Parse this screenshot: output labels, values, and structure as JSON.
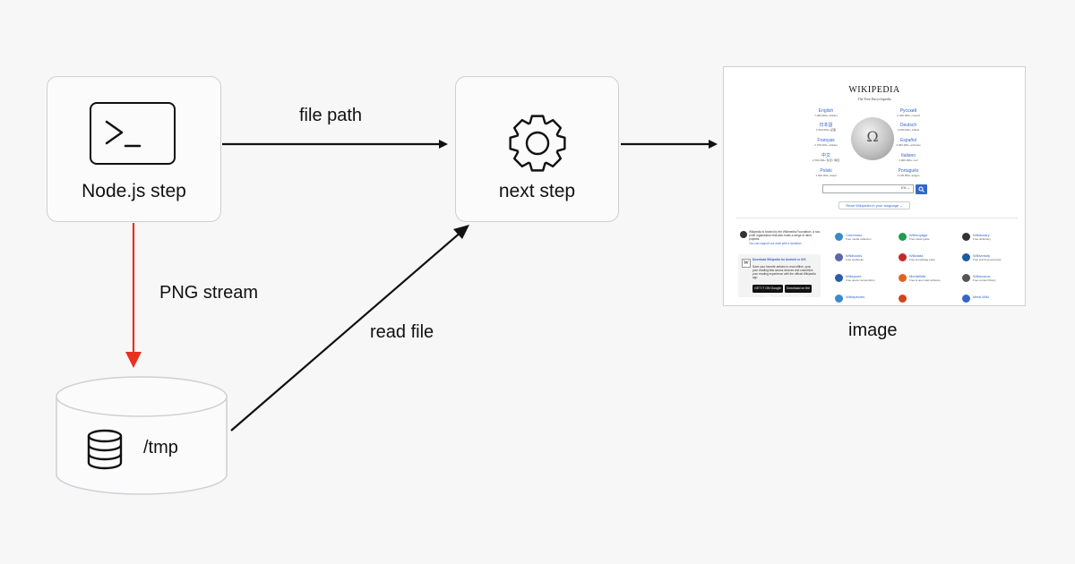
{
  "nodes": {
    "nodejs_step": {
      "label": "Node.js step",
      "icon": "terminal-icon"
    },
    "next_step": {
      "label": "next step",
      "icon": "gear-icon"
    },
    "tmp": {
      "label": "/tmp",
      "icon": "database-icon"
    },
    "image": {
      "caption": "image"
    }
  },
  "edges": {
    "file_path": "file path",
    "png_stream": "PNG stream",
    "read_file": "read file",
    "png_color": "#e8311f",
    "default_color": "#111111"
  },
  "thumbnail": {
    "title": "WIKIPEDIA",
    "subtitle": "The Free Encyclopedia",
    "languages": [
      {
        "name": "English",
        "count": "7,000,000+ articles"
      },
      {
        "name": "Русский",
        "count": "2 000 000+ статей"
      },
      {
        "name": "日本語",
        "count": "1,500,000+ 記事"
      },
      {
        "name": "Deutsch",
        "count": "3.000.000+ Artikel"
      },
      {
        "name": "Français",
        "count": "2 700 000+ articles"
      },
      {
        "name": "Español",
        "count": "2.000.000+ artículos"
      },
      {
        "name": "中文",
        "count": "1,500,000+ 条目 / 條目"
      },
      {
        "name": "Italiano",
        "count": "1.900.000+ voci"
      },
      {
        "name": "Polski",
        "count": "1 600 000+ haseł"
      },
      {
        "name": "Português",
        "count": "1.100.000+ artigos"
      }
    ],
    "search_lang": "EN ⌄",
    "read_button": "Read Wikipedia in your language ⌄",
    "foundation_text": "Wikipedia is hosted by the Wikimedia Foundation, a non-profit organization that also hosts a range of other projects.",
    "donate_text": "You can support our work with a donation.",
    "app_title": "Download Wikipedia for Android or iOS",
    "app_text": "Save your favorite articles to read offline, sync your reading lists across devices and customize your reading experience with the official Wikipedia app.",
    "google_play": "GET IT ON Google Play",
    "app_store": "Download on the App Store",
    "projects": [
      {
        "name": "Commons",
        "desc": "Free media collection",
        "color": "#3a8ac9"
      },
      {
        "name": "Wikivoyage",
        "desc": "Free travel guide",
        "color": "#1f9c4f"
      },
      {
        "name": "Wiktionary",
        "desc": "Free dictionary",
        "color": "#333333"
      },
      {
        "name": "Wikibooks",
        "desc": "Free textbooks",
        "color": "#5a67a8"
      },
      {
        "name": "Wikidata",
        "desc": "Free knowledge base",
        "color": "#c22a2a"
      },
      {
        "name": "Wikiversity",
        "desc": "Free learning resources",
        "color": "#1e5aa0"
      },
      {
        "name": "Wikiquote",
        "desc": "Free quote compendium",
        "color": "#2a5fa8"
      },
      {
        "name": "MediaWiki",
        "desc": "Free & open wiki software",
        "color": "#e2631d"
      },
      {
        "name": "Wikisource",
        "desc": "Free content library",
        "color": "#555555"
      },
      {
        "name": "Wikispecies",
        "desc": "",
        "color": "#3a8ac9"
      },
      {
        "name": "",
        "desc": "",
        "color": "#d0451b"
      },
      {
        "name": "Meta-Wiki",
        "desc": "",
        "color": "#3366cc"
      }
    ]
  }
}
